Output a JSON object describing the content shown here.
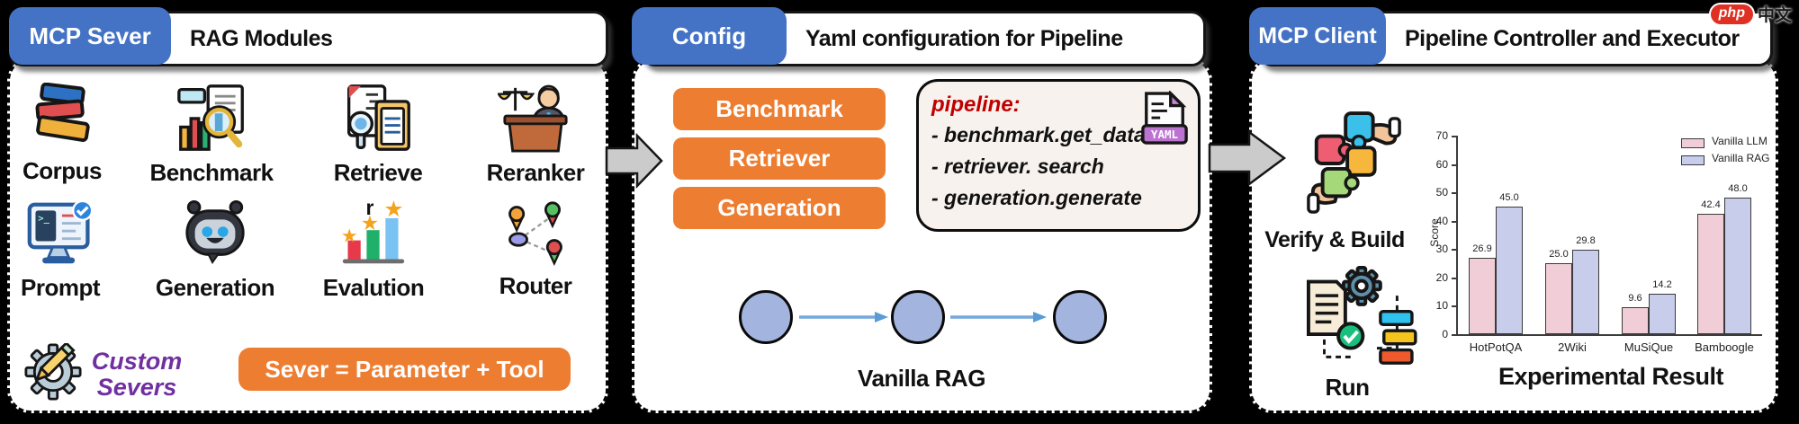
{
  "colors": {
    "background": "#000000",
    "tab_blue": "#4472c4",
    "accent_orange": "#ed7d31",
    "node_fill": "#a3b5de",
    "pipeline_keyword_red": "#c00000",
    "custom_severs_purple": "#7030a0",
    "vanilla_llm_pink": "#f1ced7",
    "vanilla_rag_lavender": "#c7cdeb"
  },
  "watermark": {
    "brand": "php",
    "suffix": "中文"
  },
  "panel_server": {
    "tab": "MCP Sever",
    "title": "RAG Modules",
    "modules": [
      "Corpus",
      "Benchmark",
      "Retrieve",
      "Reranker",
      "Prompt",
      "Generation",
      "Evalution",
      "Router"
    ],
    "custom_line1": "Custom",
    "custom_line2": "Severs",
    "formula": "Sever = Parameter + Tool"
  },
  "panel_config": {
    "tab": "Config",
    "title": "Yaml configuration for Pipeline",
    "buttons": [
      "Benchmark",
      "Retriever",
      "Generation"
    ],
    "yaml_header": "pipeline:",
    "yaml_lines": [
      "- benchmark.get_data",
      "- retriever. search",
      "- generation.generate"
    ],
    "yaml_badge": "YAML",
    "flow_label": "Vanilla RAG"
  },
  "panel_client": {
    "tab": "MCP Client",
    "title": "Pipeline Controller and Executor",
    "step_build": "Verify & Build",
    "step_run": "Run",
    "chart_title": "Experimental Result"
  },
  "chart_data": {
    "type": "bar",
    "title": "Experimental Result",
    "categories": [
      "HotPotQA",
      "2Wiki",
      "MuSiQue",
      "Bamboogle"
    ],
    "series": [
      {
        "name": "Vanilla LLM",
        "color": "#f1ced7",
        "values": [
          26.9,
          25.0,
          9.6,
          42.4
        ]
      },
      {
        "name": "Vanilla RAG",
        "color": "#c7cdeb",
        "values": [
          45.0,
          29.8,
          14.2,
          48.0
        ]
      }
    ],
    "xlabel": "",
    "ylabel": "Score",
    "ylim": [
      0,
      70
    ],
    "yticks": [
      0,
      10,
      20,
      30,
      40,
      50,
      60,
      70
    ],
    "legend_position": "top-right",
    "grid": false
  }
}
